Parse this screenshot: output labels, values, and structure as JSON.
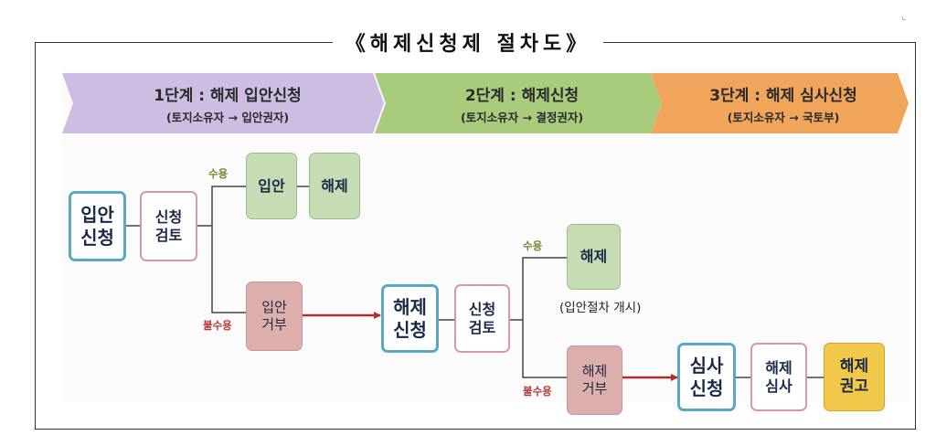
{
  "title": "《해제신청제  절차도》",
  "stages": [
    {
      "title": "1단계 : 해제 입안신청",
      "sub": "(토지소유자 → 입안권자)",
      "color": "#cdbde2"
    },
    {
      "title": "2단계 : 해제신청",
      "sub": "(토지소유자 → 결정권자)",
      "color": "#a9cc7c"
    },
    {
      "title": "3단계 : 해제 심사신청",
      "sub": "(토지소유자 → 국토부)",
      "color": "#f0a55a"
    }
  ],
  "nodes": {
    "apply1": "입안\n신청",
    "review1": "신청\n검토",
    "accept1": "입안",
    "release1": "해제",
    "reject1": "입안\n거부",
    "apply2": "해제\n신청",
    "review2": "신청\n검토",
    "release2": "해제",
    "reject2": "해제\n거부",
    "apply3": "심사\n신청",
    "review3": "해제\n심사",
    "recommend": "해제\n권고"
  },
  "labels": {
    "accept": "수용",
    "reject": "불수용",
    "note": "(입안절차 개시)"
  },
  "colors": {
    "arrow": "#b52a2a",
    "line": "#444444"
  }
}
